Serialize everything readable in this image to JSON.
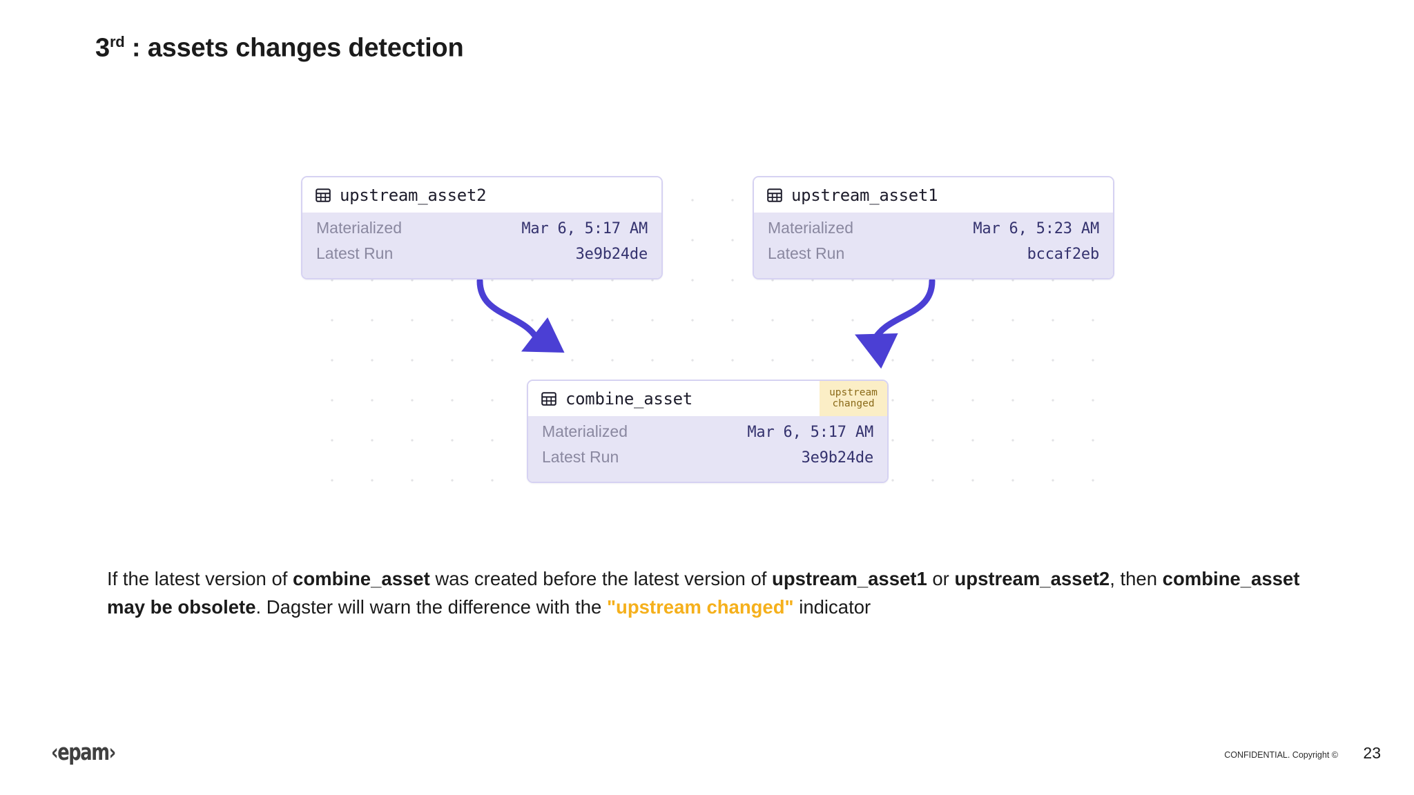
{
  "slide": {
    "title_main": "3",
    "title_sup": "rd",
    "title_rest": " : assets changes detection"
  },
  "graph": {
    "nodes": [
      {
        "id": "upstream_asset2",
        "name": "upstream_asset2",
        "icon": "table-icon",
        "badge": null,
        "rows": [
          {
            "label": "Materialized",
            "value": "Mar 6, 5:17 AM"
          },
          {
            "label": "Latest Run",
            "value": "3e9b24de"
          }
        ]
      },
      {
        "id": "upstream_asset1",
        "name": "upstream_asset1",
        "icon": "table-icon",
        "badge": null,
        "rows": [
          {
            "label": "Materialized",
            "value": "Mar 6, 5:23 AM"
          },
          {
            "label": "Latest Run",
            "value": "bccaf2eb"
          }
        ]
      },
      {
        "id": "combine_asset",
        "name": "combine_asset",
        "icon": "table-icon",
        "badge": {
          "line1": "upstream",
          "line2": "changed"
        },
        "rows": [
          {
            "label": "Materialized",
            "value": "Mar 6, 5:17 AM"
          },
          {
            "label": "Latest Run",
            "value": "3e9b24de"
          }
        ]
      }
    ],
    "edges": [
      {
        "from": "upstream_asset2",
        "to": "combine_asset"
      },
      {
        "from": "upstream_asset1",
        "to": "combine_asset"
      }
    ],
    "colors": {
      "edge": "#4b3fd4",
      "node_border": "#d6d2f2",
      "node_body": "#e6e4f5",
      "badge_bg": "#fbeec6",
      "badge_text": "#8a6a19",
      "grid_dot": "#e3e3e6"
    }
  },
  "caption": {
    "p1_a": "If the latest version of ",
    "p1_b": "combine_asset",
    "p1_c": " was created before the latest version of ",
    "p1_d": "upstream_asset1",
    "p1_e": " or ",
    "p1_f": "upstream_asset2",
    "p1_g": ", then ",
    "p2_a": "combine_asset may be obsolete",
    "p2_b": ". Dagster will warn the difference with the ",
    "p2_c": "\"upstream changed\"",
    "p2_d": " indicator",
    "highlight_color": "#f5b01c"
  },
  "footer": {
    "logo": "‹epam›",
    "confidential": "CONFIDENTIAL. Copyright ©",
    "page_number": "23"
  }
}
